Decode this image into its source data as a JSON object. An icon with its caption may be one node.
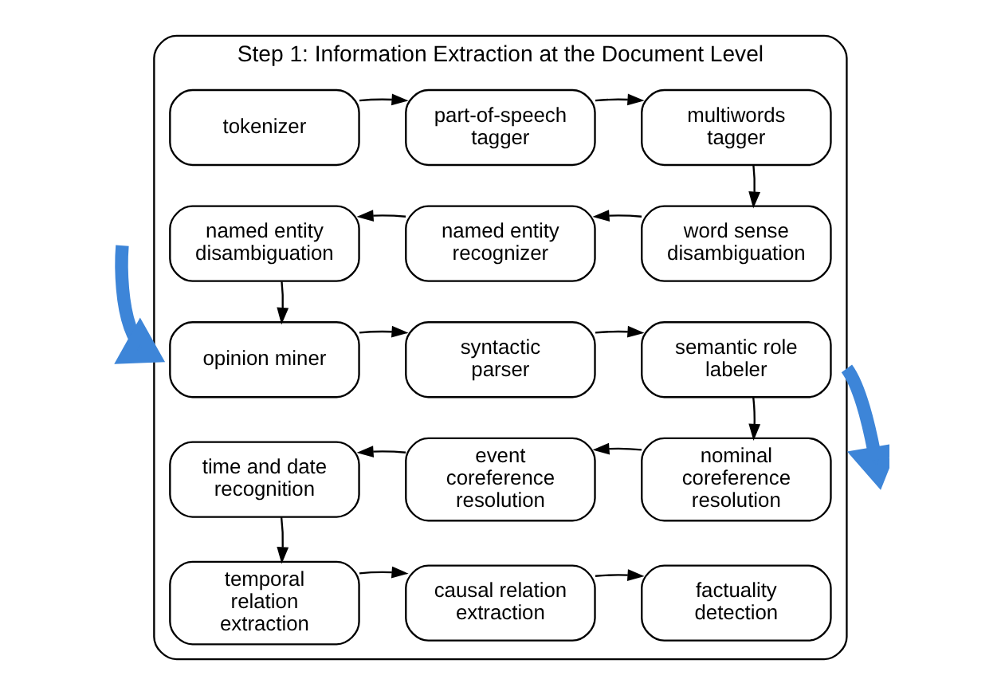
{
  "diagram": {
    "nodes": [
      {
        "text": [
          "Step 1: Information Extraction at the Document Level"
        ]
      },
      {
        "text": [
          "tokenizer"
        ],
        "in": 0
      },
      {
        "text": [
          "part-of-speech tagger"
        ],
        "in": 0
      },
      {
        "text": [
          "multiwords tagger"
        ],
        "in": 0
      },
      {
        "text": [
          "named entity disambiguation"
        ],
        "in": 0
      },
      {
        "text": [
          "named entity recognizer"
        ],
        "in": 0
      },
      {
        "text": [
          "word sense disambiguation"
        ],
        "in": 0
      },
      {
        "text": [
          "opinion miner"
        ],
        "in": 0
      },
      {
        "text": [
          "syntactic parser"
        ],
        "in": 0
      },
      {
        "text": [
          "semantic role labeler"
        ],
        "in": 0
      },
      {
        "text": [
          "time and date recognition"
        ],
        "in": 0
      },
      {
        "text": [
          "event coreference resolution"
        ],
        "in": 0
      },
      {
        "text": [
          "nominal coreference resolution"
        ],
        "in": 0
      },
      {
        "text": [
          "temporal relation extraction"
        ],
        "in": 0
      },
      {
        "text": [
          "causal relation extraction"
        ],
        "in": 0
      },
      {
        "text": [
          "factuality detection"
        ],
        "in": 0
      }
    ],
    "edges": [
      {
        "from": null,
        "to": 0,
        "arrow": "to",
        "style": "thick",
        "color": "#3d85d8"
      },
      {
        "from": 1,
        "to": 2,
        "arrow": "to"
      },
      {
        "from": 2,
        "to": 3,
        "arrow": "to"
      },
      {
        "from": 3,
        "to": 6,
        "arrow": "to"
      },
      {
        "from": 6,
        "to": 5,
        "arrow": "to"
      },
      {
        "from": 5,
        "to": 4,
        "arrow": "to"
      },
      {
        "from": 4,
        "to": 7,
        "arrow": "to"
      },
      {
        "from": 7,
        "to": 8,
        "arrow": "to"
      },
      {
        "from": 8,
        "to": 9,
        "arrow": "to"
      },
      {
        "from": 9,
        "to": 12,
        "arrow": "to"
      },
      {
        "from": 12,
        "to": 11,
        "arrow": "to"
      },
      {
        "from": 11,
        "to": 10,
        "arrow": "to"
      },
      {
        "from": 10,
        "to": 13,
        "arrow": "to"
      },
      {
        "from": 13,
        "to": 14,
        "arrow": "to"
      },
      {
        "from": 14,
        "to": 15,
        "arrow": "to"
      },
      {
        "from": 0,
        "to": null,
        "arrow": "to",
        "style": "thick",
        "color": "#3d85d8"
      }
    ]
  }
}
